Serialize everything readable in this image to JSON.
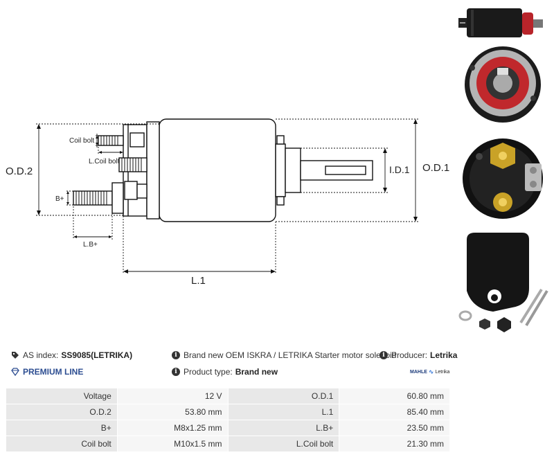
{
  "diagram": {
    "labels": {
      "od2": "O.D.2",
      "od1": "O.D.1",
      "id1": "I.D.1",
      "l1": "L.1",
      "coil_bolt": "Coil bolt",
      "l_coil_bolt": "L.Coil bolt",
      "b_plus": "B+",
      "l_b_plus": "L.B+"
    }
  },
  "info": {
    "as_index_label": "AS index:",
    "as_index_value": "SS9085(LETRIKA)",
    "description": "Brand new OEM ISKRA / LETRIKA Starter motor solenoid",
    "producer_label": "Producer:",
    "producer_value": "Letrika",
    "premium_line": "PREMIUM LINE",
    "product_type_label": "Product type:",
    "product_type_value": "Brand new",
    "logo_brand": "MAHLE",
    "logo_sub": "Letrika"
  },
  "specs": [
    {
      "label1": "Voltage",
      "value1": "12 V",
      "label2": "O.D.1",
      "value2": "60.80 mm"
    },
    {
      "label1": "O.D.2",
      "value1": "53.80 mm",
      "label2": "L.1",
      "value2": "85.40 mm"
    },
    {
      "label1": "B+",
      "value1": "M8x1.25  mm",
      "label2": "L.B+",
      "value2": "23.50 mm"
    },
    {
      "label1": "Coil bolt",
      "value1": "M10x1.5   mm",
      "label2": "L.Coil bolt",
      "value2": "21.30 mm"
    }
  ],
  "colors": {
    "accent": "#2c4d91",
    "solenoid_red": "#c0282c"
  }
}
